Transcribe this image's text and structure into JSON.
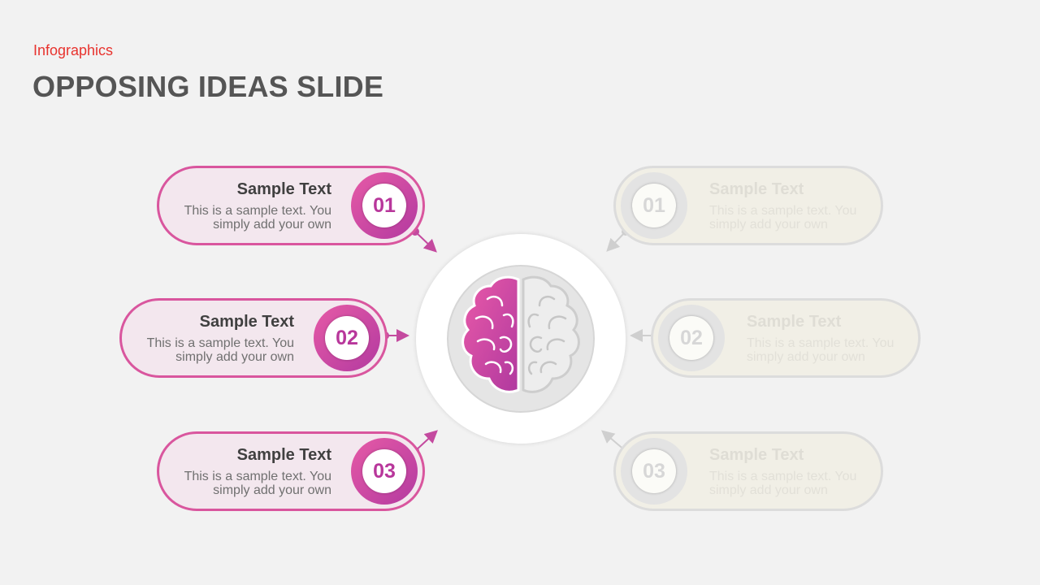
{
  "header": {
    "kicker": "Infographics",
    "title": "OPPOSING IDEAS SLIDE"
  },
  "colors": {
    "accent": "#d9569e",
    "accent_dark": "#b33aa0",
    "kicker": "#e8332e",
    "muted": "#dcdcdc"
  },
  "left_items": [
    {
      "number": "01",
      "title": "Sample Text",
      "line1": "This is a sample text. You",
      "line2": "simply add your own"
    },
    {
      "number": "02",
      "title": "Sample Text",
      "line1": "This is a sample text. You",
      "line2": "simply add your own"
    },
    {
      "number": "03",
      "title": "Sample Text",
      "line1": "This is a sample text. You",
      "line2": "simply add your own"
    }
  ],
  "right_items": [
    {
      "number": "01",
      "title": "Sample Text",
      "line1": "This is a sample text. You",
      "line2": "simply add your own"
    },
    {
      "number": "02",
      "title": "Sample Text",
      "line1": "This is a sample text. You",
      "line2": "simply add your own"
    },
    {
      "number": "03",
      "title": "Sample Text",
      "line1": "This is a sample text. You",
      "line2": "simply add your own"
    }
  ],
  "center": {
    "icon": "brain-icon"
  }
}
